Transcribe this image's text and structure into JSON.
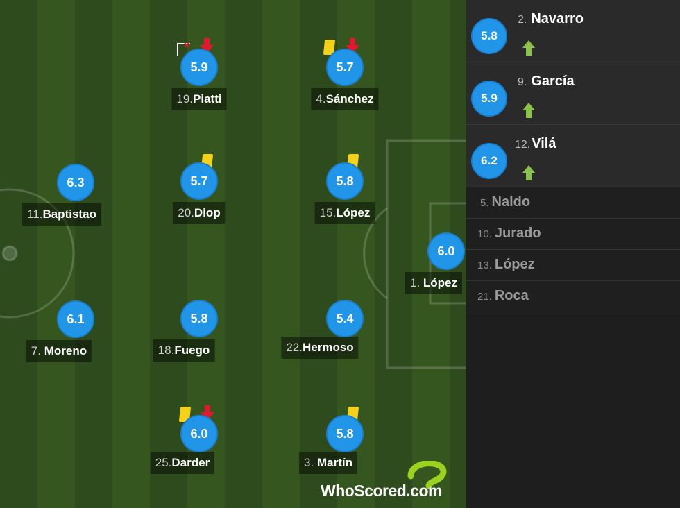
{
  "pitch": {
    "players": [
      {
        "rating": "5.9",
        "number": "19.",
        "name": "Piatti",
        "events": [
          "goal",
          "sub-off"
        ]
      },
      {
        "rating": "5.7",
        "number": "4.",
        "name": "Sánchez",
        "events": [
          "yellow-card",
          "sub-off"
        ]
      },
      {
        "rating": "6.3",
        "number": "11.",
        "name": "Baptistao",
        "events": []
      },
      {
        "rating": "5.7",
        "number": "20.",
        "name": "Diop",
        "events": [
          "yellow-card"
        ]
      },
      {
        "rating": "5.8",
        "number": "15.",
        "name": "López",
        "events": [
          "yellow-card"
        ]
      },
      {
        "rating": "6.0",
        "number": "1.",
        "name": "López",
        "events": []
      },
      {
        "rating": "6.1",
        "number": "7.",
        "name": "Moreno",
        "events": []
      },
      {
        "rating": "5.8",
        "number": "18.",
        "name": "Fuego",
        "events": []
      },
      {
        "rating": "5.4",
        "number": "22.",
        "name": "Hermoso",
        "events": []
      },
      {
        "rating": "6.0",
        "number": "25.",
        "name": "Darder",
        "events": [
          "yellow-card",
          "sub-off"
        ]
      },
      {
        "rating": "5.8",
        "number": "3.",
        "name": "Martín",
        "events": [
          "yellow-card"
        ]
      }
    ]
  },
  "logo": {
    "text_a": "WhoScored",
    "text_b": ".com"
  },
  "substitutes": [
    {
      "rating": "5.8",
      "number": "2.",
      "name": "Navarro"
    },
    {
      "rating": "5.9",
      "number": "9.",
      "name": "García"
    },
    {
      "rating": "6.2",
      "number": "12.",
      "name": "Vilá"
    }
  ],
  "bench": [
    {
      "number": "5.",
      "name": "Naldo"
    },
    {
      "number": "10.",
      "name": "Jurado"
    },
    {
      "number": "13.",
      "name": "López"
    },
    {
      "number": "21.",
      "name": "Roca"
    }
  ],
  "colors": {
    "rating": "#2196e8",
    "yellow_card": "#f5d21a",
    "sub_off": "#e0192e",
    "sub_on": "#8bc34a"
  }
}
